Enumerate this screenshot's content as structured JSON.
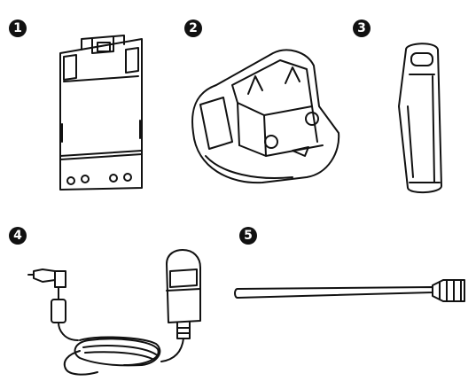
{
  "items": [
    {
      "number": "1",
      "icon": "battery-pack-icon"
    },
    {
      "number": "2",
      "icon": "charger-cradle-icon"
    },
    {
      "number": "3",
      "icon": "belt-clip-icon"
    },
    {
      "number": "4",
      "icon": "ac-adapter-icon"
    },
    {
      "number": "5",
      "icon": "antenna-icon"
    }
  ],
  "colors": {
    "line": "#111111",
    "fill": "#ffffff",
    "badge": "#111111"
  }
}
